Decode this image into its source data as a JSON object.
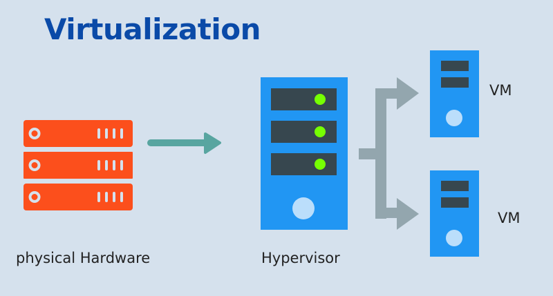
{
  "title": "Virtualization",
  "nodes": {
    "physical_hardware": {
      "label": "physical Hardware",
      "icon": "server-rack-icon",
      "units": 3
    },
    "hypervisor": {
      "label": "Hypervisor",
      "icon": "tower-server-icon",
      "bays": 3
    },
    "vms": [
      {
        "label": "VM",
        "icon": "vm-tower-icon"
      },
      {
        "label": "VM",
        "icon": "vm-tower-icon"
      }
    ]
  },
  "colors": {
    "background": "#d5e1ed",
    "title": "#0a4aa8",
    "hardware": "#fc4f1c",
    "hardware_detail": "#d5e1ed",
    "arrow_primary": "#58a5a0",
    "arrow_branch": "#93a6ae",
    "tower": "#2196f3",
    "bay": "#37474f",
    "led": "#76ff03",
    "power": "#bbdefb"
  }
}
